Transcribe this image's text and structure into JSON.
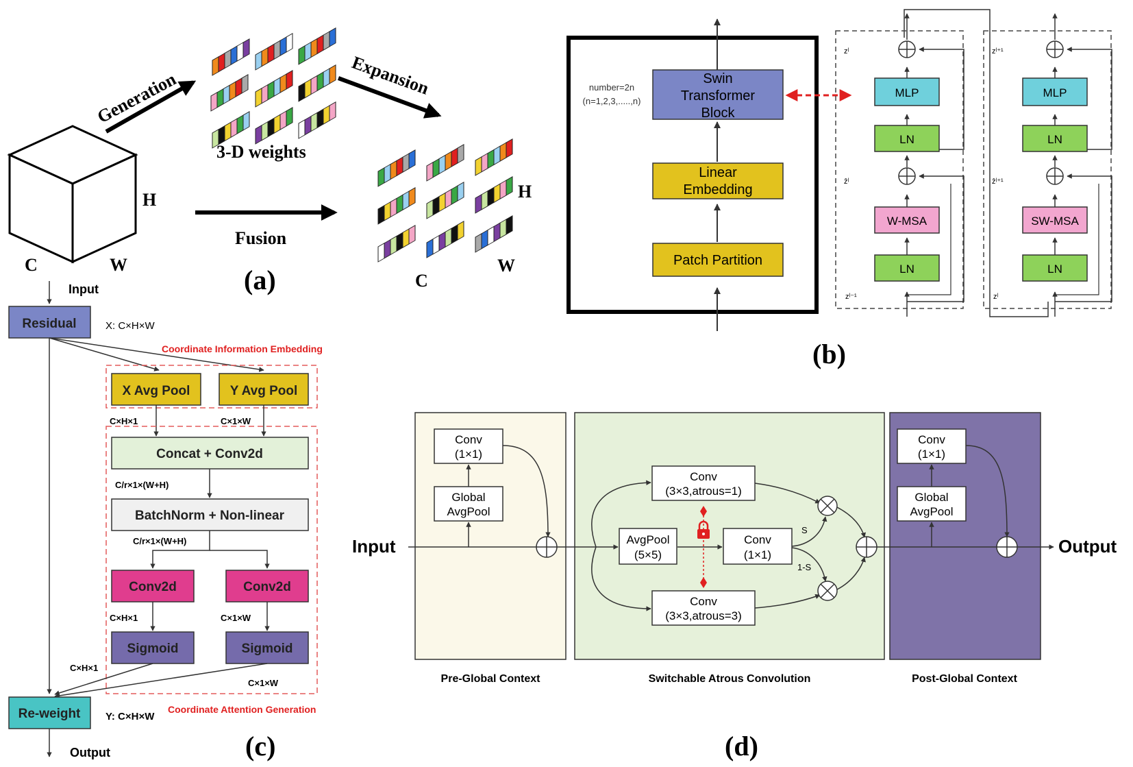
{
  "panel_a": {
    "label": "(a)",
    "generation": "Generation",
    "weights_label": "3-D weights",
    "expansion": "Expansion",
    "fusion": "Fusion",
    "dim_h": "H",
    "dim_c": "C",
    "dim_w": "W",
    "out_h": "H",
    "out_c": "C",
    "out_w": "W"
  },
  "panel_b": {
    "label": "(b)",
    "number_line1": "number=2n",
    "number_line2": "(n=1,2,3,.....,n)",
    "swin_l1": "Swin",
    "swin_l2": "Transformer",
    "swin_l3": "Block",
    "linear_l1": "Linear",
    "linear_l2": "Embedding",
    "patch": "Patch Partition",
    "block1": {
      "mlp": "MLP",
      "ln_top": "LN",
      "msa": "W-MSA",
      "ln_bottom": "LN",
      "z_top": "zˡ",
      "z_mid": "ẑˡ",
      "z_in": "zˡ⁻¹"
    },
    "block2": {
      "mlp": "MLP",
      "ln_top": "LN",
      "msa": "SW-MSA",
      "ln_bottom": "LN",
      "z_top": "zˡ⁺¹",
      "z_mid": "ẑˡ⁺¹",
      "z_in": "zˡ"
    }
  },
  "panel_c": {
    "label": "(c)",
    "input": "Input",
    "residual": "Residual",
    "x_shape": "X:  C×H×W",
    "cie_title": "Coordinate Information Embedding",
    "x_pool": "X Avg Pool",
    "y_pool": "Y Avg Pool",
    "shape_xpool": "C×H×1",
    "shape_ypool": "C×1×W",
    "concat": "Concat + Conv2d",
    "shape_concat": "C/r×1×(W+H)",
    "batchnorm": "BatchNorm + Non-linear",
    "shape_bn": "C/r×1×(W+H)",
    "conv_left": "Conv2d",
    "conv_right": "Conv2d",
    "shape_conv_left": "C×H×1",
    "shape_conv_right": "C×1×W",
    "sig_left": "Sigmoid",
    "sig_right": "Sigmoid",
    "shape_sig_left": "C×H×1",
    "shape_sig_right": "C×1×W",
    "reweight": "Re-weight",
    "y_shape": "Y:   C×H×W",
    "cag_title": "Coordinate Attention Generation",
    "output": "Output"
  },
  "panel_d": {
    "label": "(d)",
    "input": "Input",
    "output": "Output",
    "pre_conv_l1": "Conv",
    "pre_conv_l2": "(1×1)",
    "pre_pool_l1": "Global",
    "pre_pool_l2": "AvgPool",
    "conv_top_l1": "Conv",
    "conv_top_l2": "(3×3,atrous=1)",
    "avgpool_l1": "AvgPool",
    "avgpool_l2": "(5×5)",
    "conv_mid_l1": "Conv",
    "conv_mid_l2": "(1×1)",
    "conv_bot_l1": "Conv",
    "conv_bot_l2": "(3×3,atrous=3)",
    "s_label": "S",
    "one_minus_s": "1-S",
    "post_conv_l1": "Conv",
    "post_conv_l2": "(1×1)",
    "post_pool_l1": "Global",
    "post_pool_l2": "AvgPool",
    "pre_title": "Pre-Global Context",
    "sac_title": "Switchable Atrous Convolution",
    "post_title": "Post-Global Context"
  },
  "colors": {
    "blue_box": "#7b86c6",
    "yellow_box": "#e2c21e",
    "mlp": "#6fd0dc",
    "ln": "#8ed25a",
    "msa": "#f2a6cf",
    "conv_pink": "#e03d8e",
    "sigmoid": "#756bab",
    "reweight": "#49c4c4",
    "green_box": "#e3f1d9",
    "grey_box": "#f0f0f0",
    "pre_bg": "#fbf8e9",
    "sac_bg": "#e6f1da",
    "post_bg": "#7f73a8",
    "red": "#e02020"
  }
}
